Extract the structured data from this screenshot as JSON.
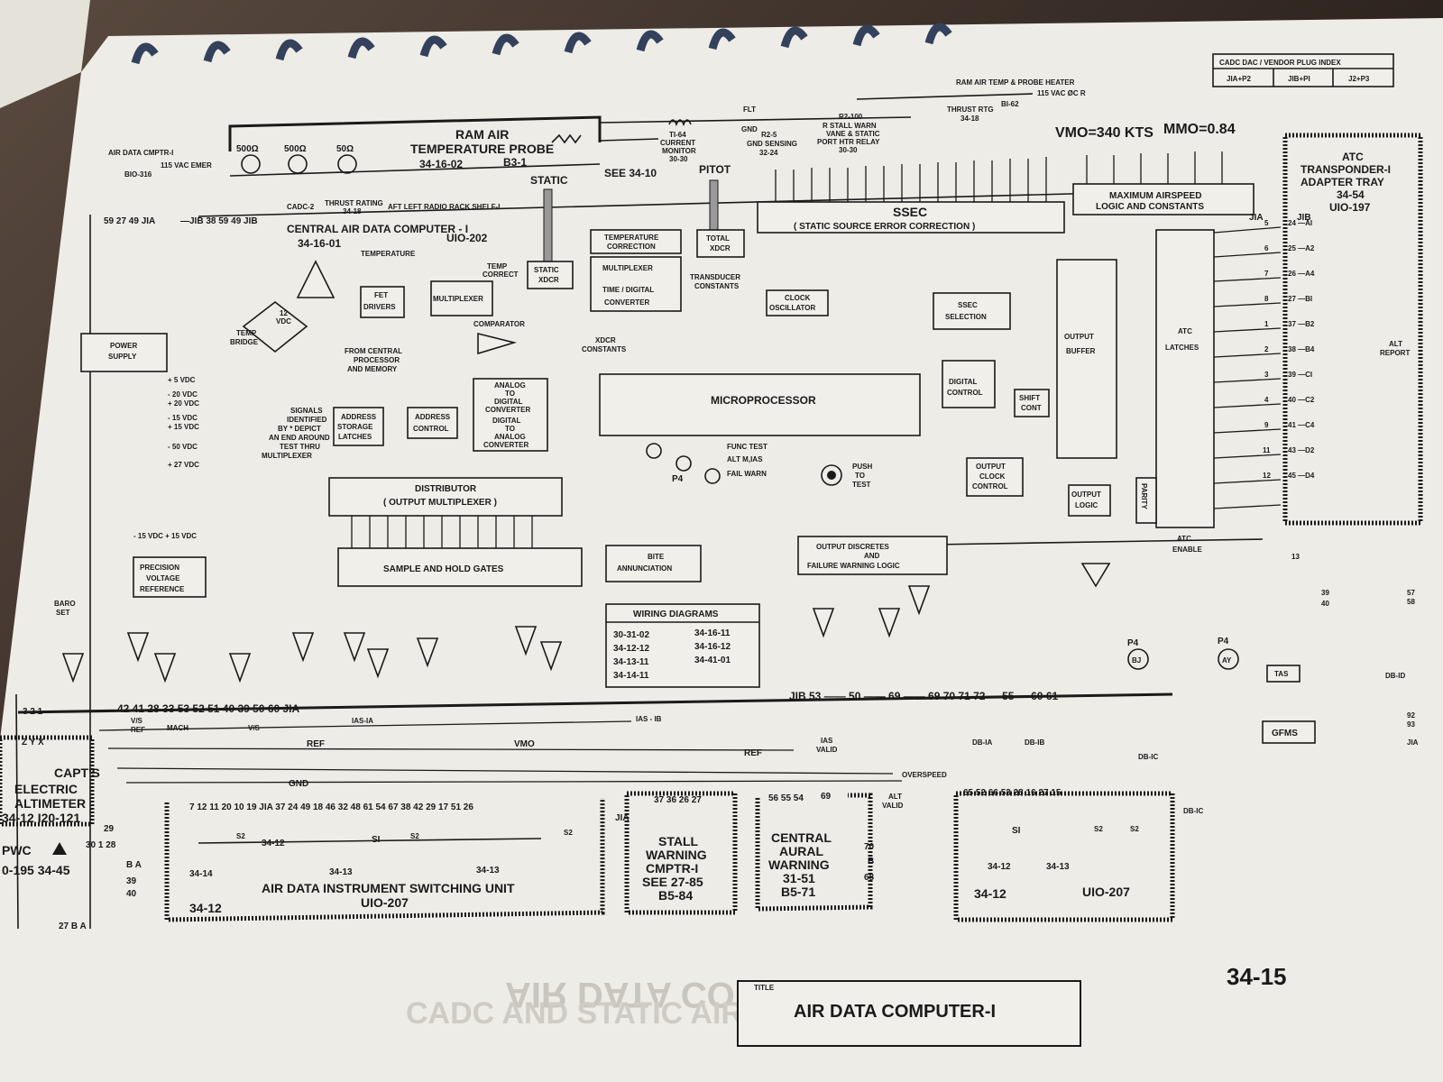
{
  "page_number": "34-15",
  "title_block": {
    "caption": "TITLE",
    "title": "AIR DATA COMPUTER-I"
  },
  "ghost_text": {
    "line1": "AIR DATA CONTROLS",
    "line2": "CADC AND STATIC AIR DATA SYSTEM"
  },
  "index_table": {
    "heading": "CADC DAC / VENDOR PLUG INDEX",
    "cols": [
      "JIA+P2",
      "JIB+PI",
      "J2+P3"
    ]
  },
  "top": {
    "ram_air_heater": "RAM AIR TEMP & PROBE HEATER",
    "heater_power": "115 VAC ØC R",
    "heater_ref": "BI-62",
    "thrust_rtg": "THRUST RTG",
    "thrust_rtg_ref": "34-18",
    "probe_title1": "RAM AIR",
    "probe_title2": "TEMPERATURE PROBE",
    "probe_ref": "34-16-02",
    "probe_id": "B3-1",
    "current_monitor": [
      "TI-64",
      "CURRENT",
      "MONITOR",
      "30-30"
    ],
    "gnd_sensing": [
      "R2-5",
      "GND SENSING",
      "32-24"
    ],
    "stall_warn": [
      "R2-100",
      "R STALL WARN",
      "VANE & STATIC",
      "PORT HTR RELAY",
      "30-30"
    ],
    "flt": "FLT",
    "gnd": "GND",
    "see_ref": "SEE 34-10",
    "static": "STATIC",
    "pitot": "PITOT",
    "vmo": "VMO=340 KTS",
    "mmo": "MMO=0.84",
    "air_data_cmptr": "AIR DATA CMPTR-I",
    "cmptr_power": "115 VAC EMER",
    "cmptr_ref": "BIO-316",
    "resistors": [
      "500Ω",
      "500Ω",
      "50Ω"
    ],
    "cadc": "CADC-2",
    "thrust_rating": "THRUST RATING",
    "thrust_rating_ref": "34-18",
    "radio_rack": "AFT LEFT RADIO RACK SHELF-I",
    "j1a_pins": "59 27 49 JIA",
    "j1b_pins": "—JIB 38 59 49 JIB",
    "cadc_title": "CENTRAL AIR DATA COMPUTER - I",
    "cadc_ref": "34-16-01",
    "cadc_id": "UIO-202"
  },
  "blocks": {
    "ssec": [
      "SSEC",
      "( STATIC SOURCE ERROR CORRECTION )"
    ],
    "max_airspeed": [
      "MAXIMUM AIRSPEED",
      "LOGIC AND CONSTANTS"
    ],
    "atc_tray": [
      "ATC",
      "TRANSPONDER-I",
      "ADAPTER TRAY",
      "34-54",
      "UIO-197"
    ],
    "temp_corr": [
      "TEMPERATURE",
      "CORRECTION"
    ],
    "total_xdcr": [
      "TOTAL",
      "XDCR"
    ],
    "static_xdcr": [
      "STATIC",
      "XDCR"
    ],
    "multiplexer_td": [
      "MULTIPLEXER",
      "TIME / DIGITAL",
      "CONVERTER"
    ],
    "transducer": [
      "TRANSDUCER",
      "CONSTANTS"
    ],
    "clock": [
      "CLOCK",
      "OSCILLATOR"
    ],
    "fet": [
      "FET",
      "DRIVERS"
    ],
    "multiplexer": "MULTIPLEXER",
    "temp_correct": [
      "TEMP",
      "CORRECT"
    ],
    "comparator": "COMPARATOR",
    "xdcr_const": [
      "XDCR",
      "CONSTANTS"
    ],
    "temperature": "TEMPERATURE",
    "from_cpu": [
      "FROM CENTRAL",
      "PROCESSOR",
      "AND MEMORY"
    ],
    "temp_bridge": [
      "TEMP",
      "BRIDGE"
    ],
    "vdc12": [
      "12",
      "VDC"
    ],
    "power_supply": [
      "POWER",
      "SUPPLY"
    ],
    "voltages": [
      "+ 5 VDC",
      "- 20 VDC",
      "+ 20 VDC",
      "- 15 VDC",
      "+ 15 VDC",
      "- 50 VDC",
      "+ 27 VDC"
    ],
    "signals_note": [
      "SIGNALS",
      "IDENTIFIED",
      "BY * DEPICT",
      "AN END AROUND",
      "TEST THRU",
      "MULTIPLEXER"
    ],
    "addr_latch": [
      "ADDRESS",
      "STORAGE",
      "LATCHES"
    ],
    "addr_ctrl": [
      "ADDRESS",
      "CONTROL"
    ],
    "adc": [
      "ANALOG",
      "TO",
      "DIGITAL",
      "CONVERTER",
      "DIGITAL",
      "TO",
      "ANALOG",
      "CONVERTER"
    ],
    "microprocessor": "MICROPROCESSOR",
    "ssec_sel": [
      "SSEC",
      "SELECTION"
    ],
    "digital_ctrl": [
      "DIGITAL",
      "CONTROL"
    ],
    "shift_cont": [
      "SHIFT",
      "CONT"
    ],
    "output_buffer": [
      "OUTPUT",
      "BUFFER"
    ],
    "atc_latches": [
      "ATC",
      "LATCHES"
    ],
    "output_clock": [
      "OUTPUT",
      "CLOCK",
      "CONTROL"
    ],
    "output_logic": [
      "OUTPUT",
      "LOGIC"
    ],
    "parity": "PARITY",
    "distributor": [
      "DISTRIBUTOR",
      "( OUTPUT MULTIPLEXER )"
    ],
    "sample_hold": "SAMPLE AND HOLD GATES",
    "bite": [
      "BITE",
      "ANNUNCIATION"
    ],
    "output_discretes": [
      "OUTPUT DISCRETES",
      "AND",
      "FAILURE WARNING LOGIC"
    ],
    "func_test": "FUNC TEST",
    "alt_mias": "ALT M,IAS",
    "fail_warn": "FAIL WARN",
    "push_test": [
      "PUSH",
      "TO",
      "TEST"
    ],
    "p4": "P4",
    "precision": [
      "PRECISION",
      "VOLTAGE",
      "REFERENCE"
    ],
    "prec_supply": "- 15 VDC  + 15 VDC",
    "atc_enable": [
      "ATC",
      "ENABLE"
    ],
    "alt_report": [
      "ALT",
      "REPORT"
    ],
    "tas": "TAS",
    "gfms": "GFMS"
  },
  "wiring": {
    "title": "WIRING DIAGRAMS",
    "rows": [
      [
        "30-31-02",
        "34-16-11"
      ],
      [
        "34-12-12",
        "34-16-12"
      ],
      [
        "34-13-11",
        "34-41-01"
      ],
      [
        "34-14-11",
        ""
      ]
    ]
  },
  "bottom": {
    "pins_left": "3  2  1",
    "j1a_row": "42   41 28          33  53  52   51         40  39        50   60 JIA",
    "j1b_row": "JIB 53 —— 50 —— 69 —— 69   70     71    72  —  55  —  60   61",
    "ias_1b": "IAS - IB",
    "ias_1a": "IAS-IA",
    "vmo": "VMO",
    "ref": "REF",
    "gnd": "GND",
    "ias_valid": [
      "IAS",
      "VALID"
    ],
    "overspeed": "OVERSPEED",
    "alt_valid": [
      "ALT",
      "VALID"
    ],
    "capt": [
      "CAPT'S",
      "ELECTRIC",
      "ALTIMETER",
      "34-12 I20-121"
    ],
    "zyx": "Z  Y  X",
    "baro": [
      "BARO",
      "SET"
    ],
    "vs_ref": [
      "V/S",
      "REF"
    ],
    "mach": "MACH",
    "vs": "V/S",
    "pwc": "PWC",
    "pwc_ref": "0-195 34-45",
    "pins_30": "30 1 28",
    "pins_29": "29",
    "b_a": "B  A",
    "pins_39_40": [
      "39",
      "40"
    ],
    "pins_27": "27 B A",
    "asu_pins": "7  12 11  20 10 19    JIA 37 24 49  18    46 32 48  61    54 67 38  42    29 17 51  26",
    "s2": "S2",
    "si": "SI",
    "ref_34_12": "34-12",
    "ref_34_14": "34-14",
    "ref_34_13": "34-13",
    "asu_title": "AIR DATA INSTRUMENT SWITCHING UNIT",
    "asu_id": "UIO-207",
    "asu_ref": "34-12",
    "stall_pins": "37 36  26  27",
    "stall": [
      "STALL",
      "WARNING",
      "CMPTR-I",
      "SEE 27-85",
      "B5-84"
    ],
    "jia": "JIA",
    "aural_pins": "56 55 54",
    "aural": [
      "CENTRAL",
      "AURAL",
      "WARNING",
      "31-51",
      "B5-71"
    ],
    "pin_69": "69",
    "pins_70_68": [
      "70",
      "B",
      "68"
    ],
    "right_pins": "65 52  66  53  28 16 27 15",
    "right_refs": [
      "34-12",
      "34-13"
    ],
    "right_unit": [
      "34-12",
      "UIO-207"
    ],
    "db_labels": [
      "DB-IA",
      "DB-IB",
      "DB-IC",
      "DB-IC"
    ],
    "p4_bj": "BJ",
    "p4_ay": "AY",
    "atc_pins": [
      "5",
      "6",
      "7",
      "8",
      "1",
      "2",
      "3",
      "4",
      "9",
      "11",
      "12",
      "13"
    ],
    "atc_codes": [
      "24 —AI",
      "25 —A2",
      "26 —A4",
      "27 —BI",
      "37 —B2",
      "38 —B4",
      "39 —CI",
      "40 —C2",
      "41 —C4",
      "43 —D2",
      "45 —D4"
    ],
    "atc_j": [
      "JIA",
      "JIB"
    ],
    "right_edge": [
      "39",
      "40",
      "57",
      "58",
      "DB-ID",
      "92",
      "93",
      "JIA"
    ]
  }
}
